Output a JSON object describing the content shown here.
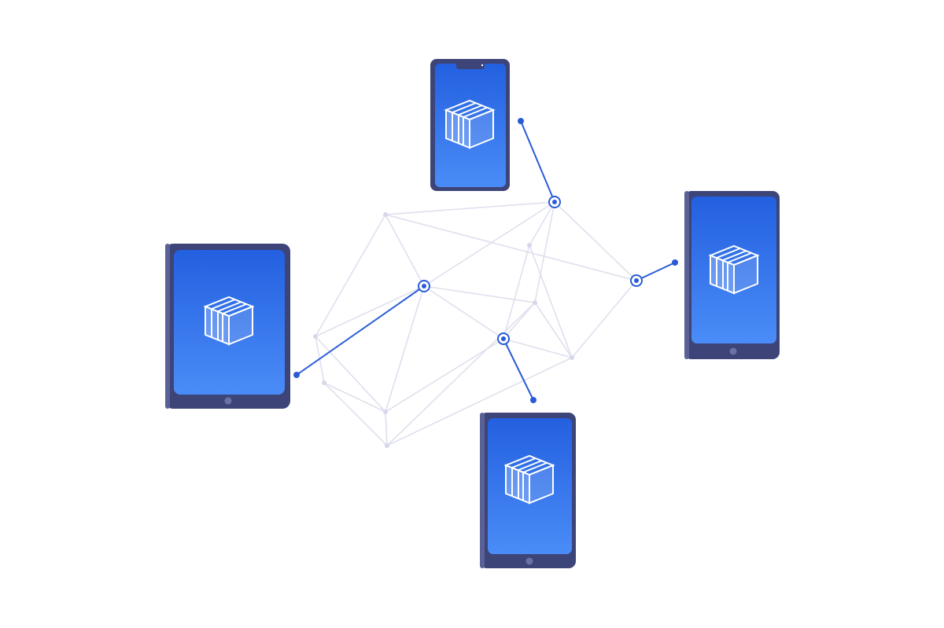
{
  "colors": {
    "background": "#ffffff",
    "device_frame": "#3d4478",
    "device_frame_edge": "#5a6196",
    "screen_top": "#2360e0",
    "screen_bottom": "#4a8cf7",
    "network_line": "#dfe0ee",
    "network_node": "#d6d8ea",
    "link_line": "#2a5bd7",
    "box_stroke": "#ffffff"
  },
  "icons": {
    "device_content": "package-box-icon",
    "network_hub": "node-ring-icon"
  },
  "devices": [
    {
      "kind": "phone-notch"
    },
    {
      "kind": "tablet"
    },
    {
      "kind": "phone"
    },
    {
      "kind": "phone"
    }
  ]
}
